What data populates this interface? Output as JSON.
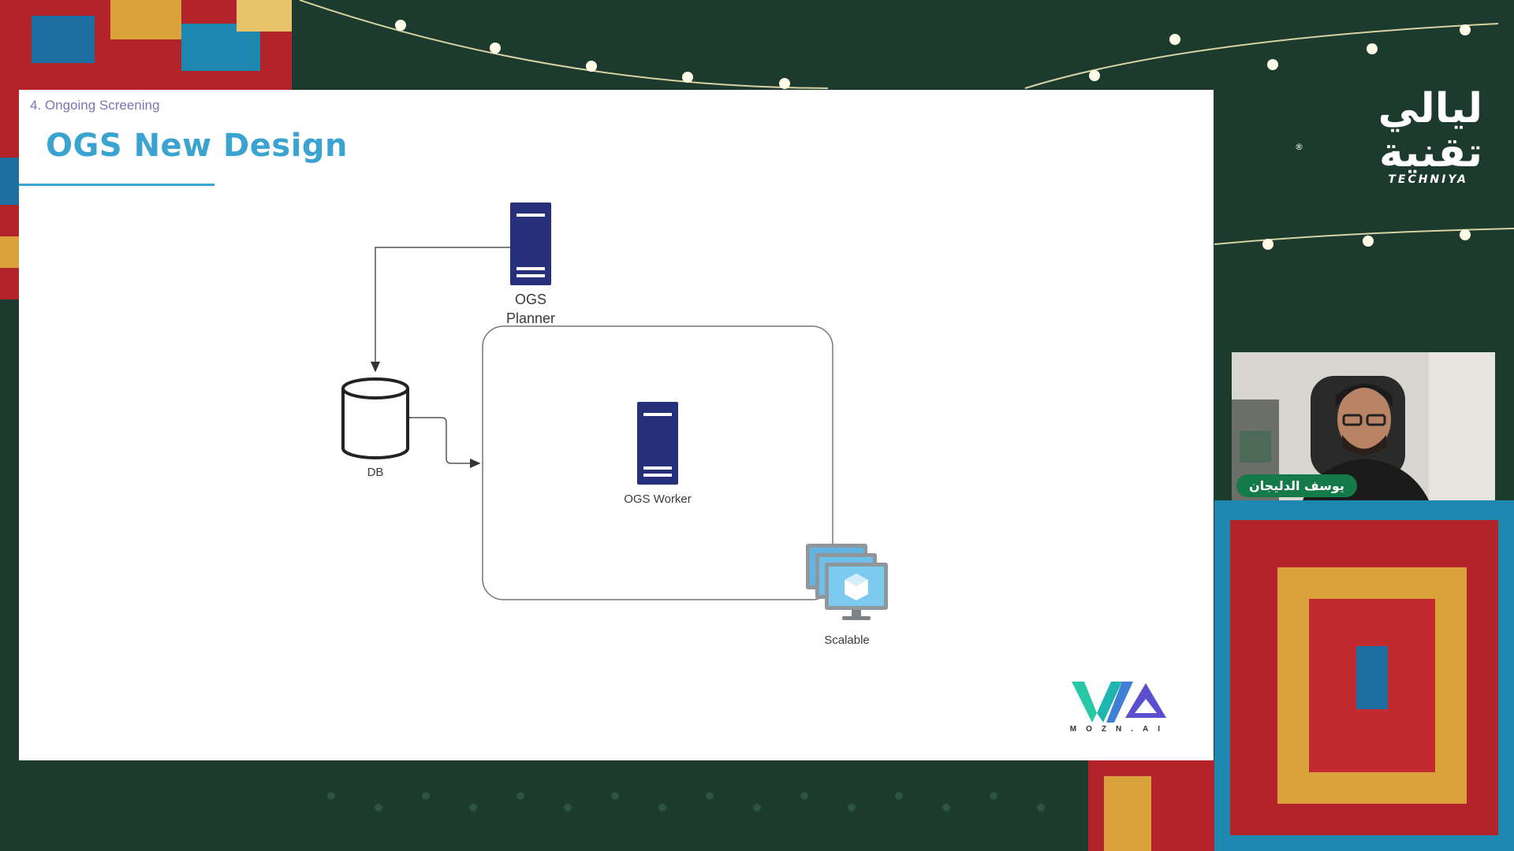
{
  "slide": {
    "section": "4.  Ongoing Screening",
    "title": "OGS New Design"
  },
  "diagram": {
    "planner_label_1": "OGS",
    "planner_label_2": "Planner",
    "db_label": "DB",
    "worker_label": "OGS Worker",
    "scalable_label": "Scalable"
  },
  "logo": {
    "mark": "VIA",
    "subtitle": "MOZN.AI"
  },
  "brand": {
    "arabic": "ليالي تقنية",
    "english": "TECHNIYA",
    "registered": "®"
  },
  "presenter": {
    "name": "يوسف الدليجان"
  },
  "colors": {
    "accent": "#3aa3d0",
    "server": "#27307a",
    "background": "#1c3a2e",
    "name_tag": "#157a4a"
  }
}
